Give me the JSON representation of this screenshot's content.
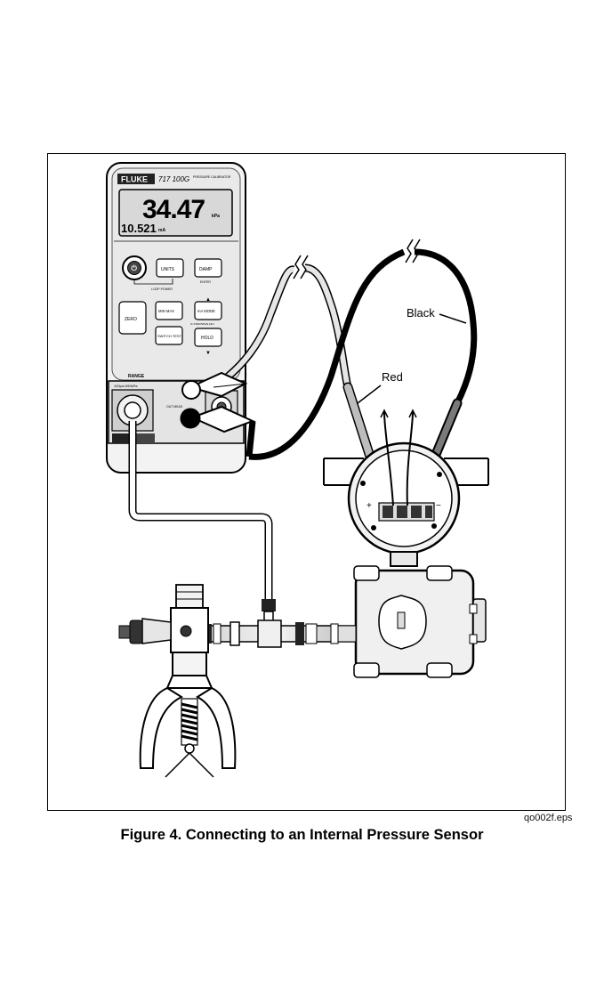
{
  "figure": {
    "caption": "Figure 4. Connecting to an Internal Pressure Sensor",
    "file_name": "qo002f.eps"
  },
  "calibrator": {
    "brand": "FLUKE",
    "model": "717 100G",
    "model_sub": "PRESSURE CALIBRATOR",
    "display_main": "34.47",
    "display_main_unit": "kPa",
    "display_sub": "10.521",
    "display_sub_unit": "mA",
    "buttons": {
      "units": "UNITS",
      "damp": "DAMP",
      "damp_sub": "ENTER",
      "loop_power": "LOOP POWER",
      "zero": "ZERO",
      "min_max": "MIN MAX",
      "ma_mode": "mA MODE",
      "switch_test": "SWITCH TEST",
      "hold": "HOLD",
      "arrow_hint": "% STEP/SPAN ADJ"
    },
    "range_label": "RANGE",
    "range_value": "100psi 690kPa",
    "jack_label": "OUT MEAS"
  },
  "leads": {
    "red_label": "Red",
    "black_label": "Black"
  },
  "transmitter": {
    "plus": "+",
    "minus": "−"
  }
}
